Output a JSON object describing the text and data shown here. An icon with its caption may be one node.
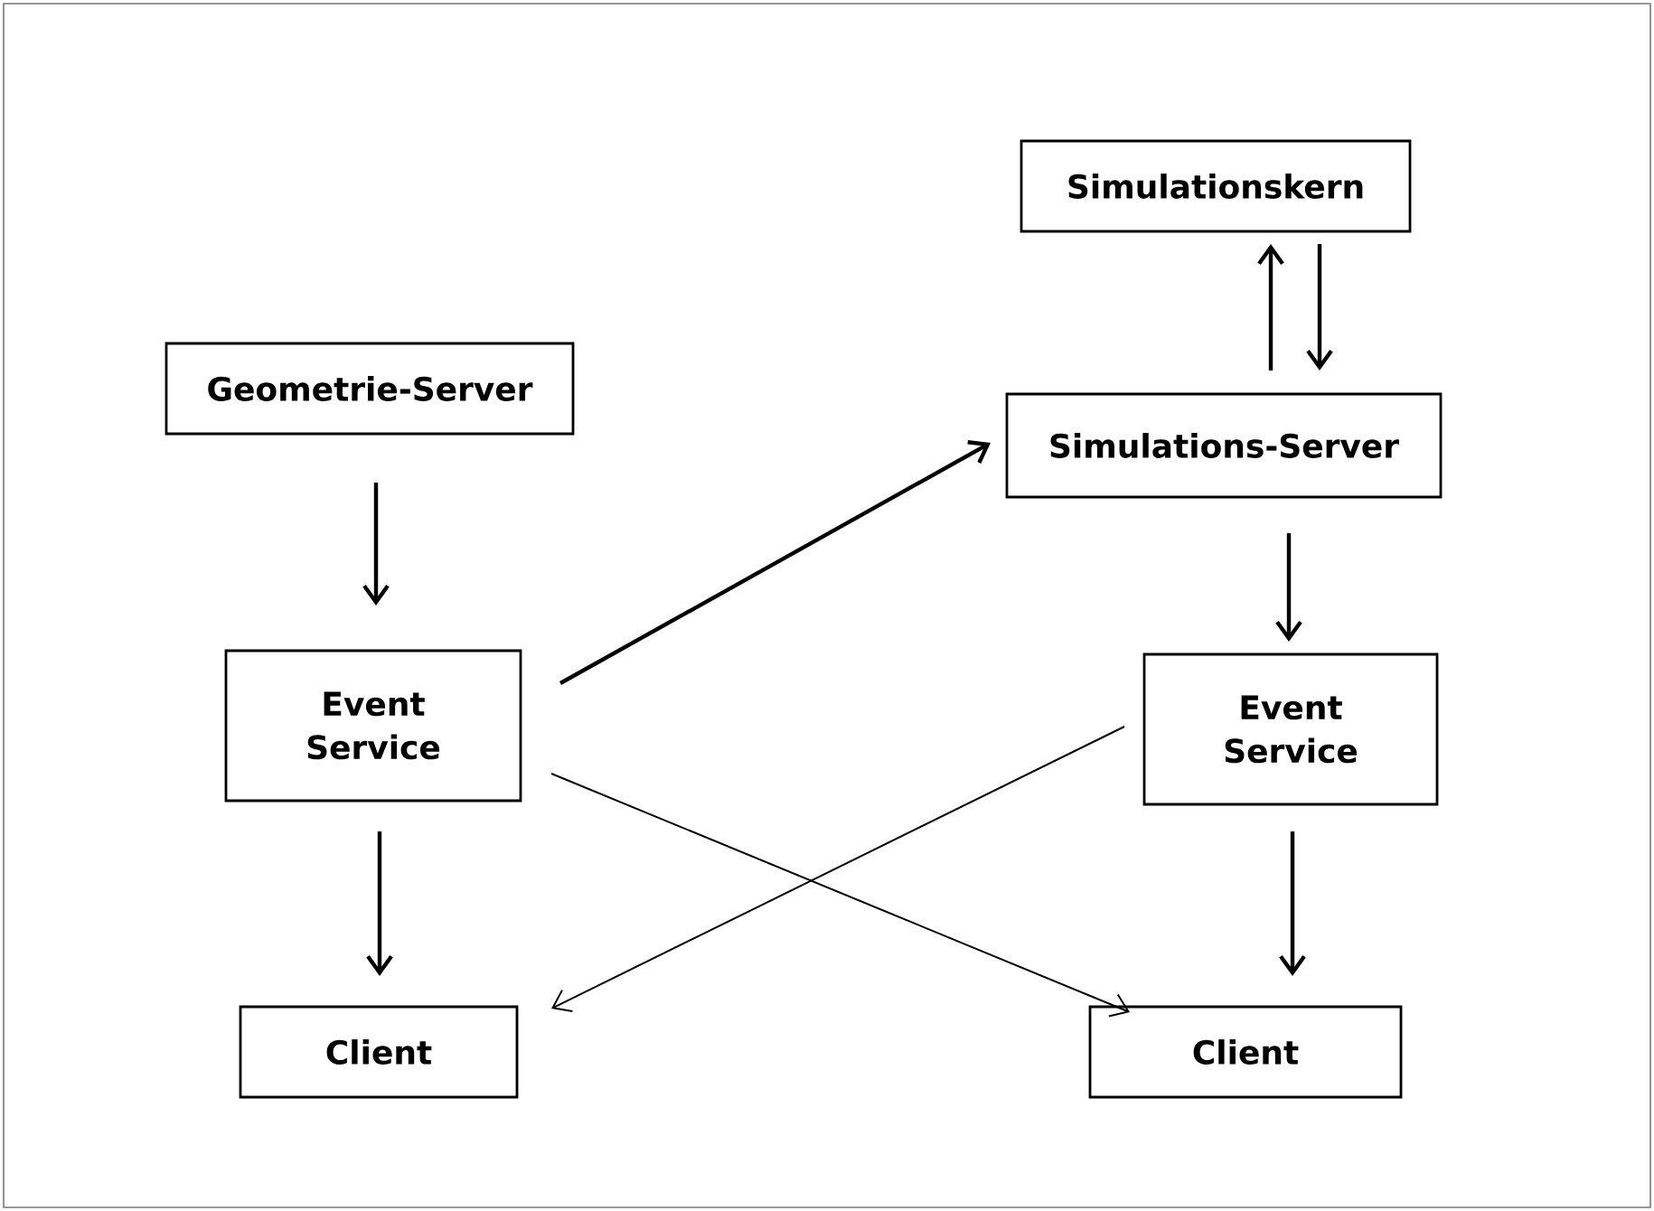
{
  "diagram": {
    "nodes": [
      {
        "text": [
          "Simulationskern"
        ]
      },
      {
        "text": [
          "Geometrie-Server"
        ]
      },
      {
        "text": [
          "Simulations-Server"
        ]
      },
      {
        "text": [
          "Event Service"
        ]
      },
      {
        "text": [
          "Event Service"
        ]
      },
      {
        "text": [
          "Client"
        ]
      },
      {
        "text": [
          "Client"
        ]
      }
    ],
    "edges": [
      {
        "from": 1,
        "to": 3,
        "arrow": "to"
      },
      {
        "from": 3,
        "to": 2,
        "arrow": "to"
      },
      {
        "from": 2,
        "to": 0,
        "arrow": "to"
      },
      {
        "from": 0,
        "to": 2,
        "arrow": "to"
      },
      {
        "from": 2,
        "to": 4,
        "arrow": "to"
      },
      {
        "from": 3,
        "to": 5,
        "arrow": "to"
      },
      {
        "from": 4,
        "to": 6,
        "arrow": "to"
      },
      {
        "from": 4,
        "to": 5,
        "arrow": "to"
      },
      {
        "from": 3,
        "to": 6,
        "arrow": "to"
      }
    ]
  }
}
